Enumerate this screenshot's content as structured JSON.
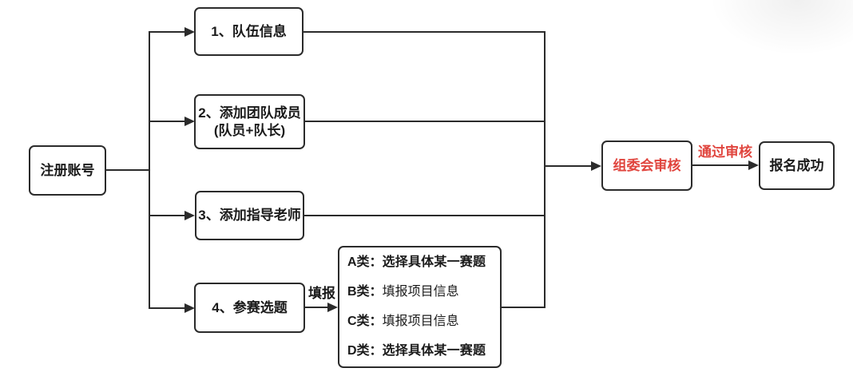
{
  "palette": {
    "line_color": "#2b2b2b",
    "text_color": "#1a1a1a",
    "accent_red": "#e0453e",
    "background": "#ffffff"
  },
  "flow": {
    "start": {
      "label": "注册账号"
    },
    "steps": [
      {
        "label": "1、队伍信息"
      },
      {
        "line1": "2、添加团队成员",
        "line2": "(队员+队长)"
      },
      {
        "label": "3、添加指导老师"
      },
      {
        "label": "4、参赛选题"
      }
    ],
    "fill_arrow_label": "填报",
    "category_box": {
      "items": [
        {
          "prefix": "A类：",
          "text": "选择具体某一赛题",
          "emphasis": "bold"
        },
        {
          "prefix": "B类：",
          "text": "填报项目信息",
          "emphasis": "normal"
        },
        {
          "prefix": "C类：",
          "text": "填报项目信息",
          "emphasis": "normal"
        },
        {
          "prefix": "D类：",
          "text": "选择具体某一赛题",
          "emphasis": "bold"
        }
      ]
    },
    "review": {
      "label": "组委会审核"
    },
    "pass_arrow_label": "通过审核",
    "success": {
      "label": "报名成功"
    }
  }
}
